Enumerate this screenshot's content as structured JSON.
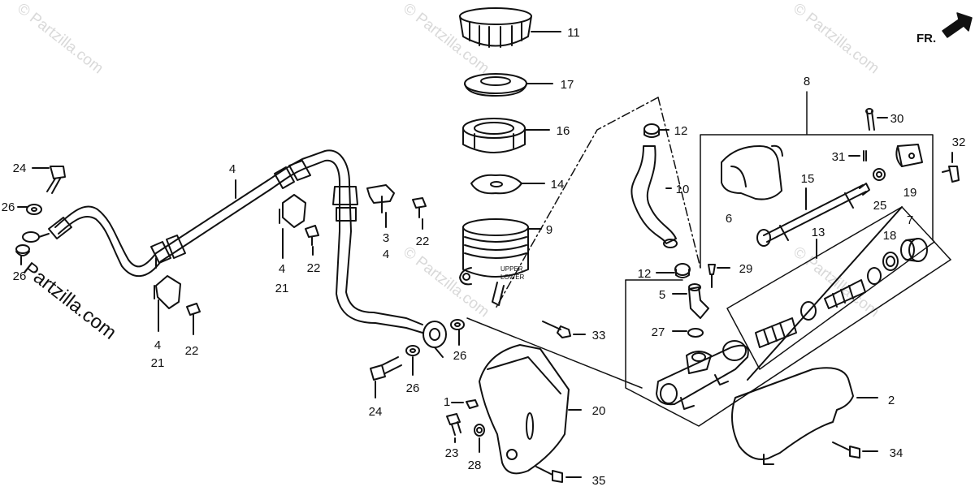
{
  "watermarks": {
    "faint": "© Partzilla.com",
    "main": "Partzilla.com"
  },
  "direction_label": "FR.",
  "parts": [
    {
      "key": "p11",
      "label": "11"
    },
    {
      "key": "p17",
      "label": "17"
    },
    {
      "key": "p16",
      "label": "16"
    },
    {
      "key": "p14",
      "label": "14"
    },
    {
      "key": "p9",
      "label": "9"
    },
    {
      "key": "p12a",
      "label": "12"
    },
    {
      "key": "p10",
      "label": "10"
    },
    {
      "key": "p12b",
      "label": "12"
    },
    {
      "key": "p5",
      "label": "5"
    },
    {
      "key": "p29",
      "label": "29"
    },
    {
      "key": "p27",
      "label": "27"
    },
    {
      "key": "p33",
      "label": "33"
    },
    {
      "key": "p8",
      "label": "8"
    },
    {
      "key": "p30",
      "label": "30"
    },
    {
      "key": "p32",
      "label": "32"
    },
    {
      "key": "p31",
      "label": "31"
    },
    {
      "key": "p15",
      "label": "15"
    },
    {
      "key": "p6",
      "label": "6"
    },
    {
      "key": "p25",
      "label": "25"
    },
    {
      "key": "p19",
      "label": "19"
    },
    {
      "key": "p7",
      "label": "7"
    },
    {
      "key": "p13",
      "label": "13"
    },
    {
      "key": "p18",
      "label": "18"
    },
    {
      "key": "p2",
      "label": "2"
    },
    {
      "key": "p34",
      "label": "34"
    },
    {
      "key": "p20",
      "label": "20"
    },
    {
      "key": "p1",
      "label": "1"
    },
    {
      "key": "p23",
      "label": "23"
    },
    {
      "key": "p28",
      "label": "28"
    },
    {
      "key": "p35",
      "label": "35"
    },
    {
      "key": "p24a",
      "label": "24"
    },
    {
      "key": "p26a",
      "label": "26"
    },
    {
      "key": "p26b",
      "label": "26"
    },
    {
      "key": "p4a",
      "label": "4"
    },
    {
      "key": "p4b",
      "label": "4"
    },
    {
      "key": "p21a",
      "label": "21"
    },
    {
      "key": "p22a",
      "label": "22"
    },
    {
      "key": "p3",
      "label": "3"
    },
    {
      "key": "p4c",
      "label": "4"
    },
    {
      "key": "p22b",
      "label": "22"
    },
    {
      "key": "p4d",
      "label": "4"
    },
    {
      "key": "p21b",
      "label": "21"
    },
    {
      "key": "p22c",
      "label": "22"
    },
    {
      "key": "p26c",
      "label": "26"
    },
    {
      "key": "p26d",
      "label": "26"
    },
    {
      "key": "p24b",
      "label": "24"
    }
  ]
}
